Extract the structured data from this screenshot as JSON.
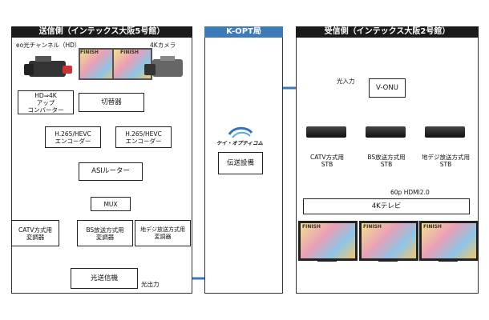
{
  "colors": {
    "header_dark": "#1a1a1a",
    "header_blue": "#3d7ab8",
    "arrow": "#3a78b8",
    "box_border": "#222222"
  },
  "send": {
    "header": "送信側（インテックス大阪5号館）",
    "camera_hd_label": "eo光チャンネル（HD）",
    "camera_4k_label": "4Kカメラ",
    "upconverter": "HD⇒4K\nアップ\nコンバーター",
    "switcher": "切替器",
    "encoder1": "H.265/HEVC\nエンコーダー",
    "encoder2": "H.265/HEVC\nエンコーダー",
    "asi_router": "ASIルーター",
    "mux": "MUX",
    "mod_catv": "CATV方式用\n変調器",
    "mod_bs": "BS放送方式用\n変調器",
    "mod_terrestrial": "地デジ放送方式用\n変調器",
    "optical_tx": "光送信機",
    "optical_out": "光出力"
  },
  "kopt": {
    "header": "K-OPT局",
    "logo_text": "ケイ・オプティコム",
    "equipment": "伝送設備"
  },
  "recv": {
    "header": "受信側（インテックス大阪2号館）",
    "optical_in": "光入力",
    "vonu": "V-ONU",
    "stb_catv": "CATV方式用\nSTB",
    "stb_bs": "BS放送方式用\nSTB",
    "stb_terrestrial": "地デジ放送方式用\nSTB",
    "hdmi_label": "60p HDMI2.0",
    "tv": "4Kテレビ"
  },
  "screen_text": "FINISH"
}
